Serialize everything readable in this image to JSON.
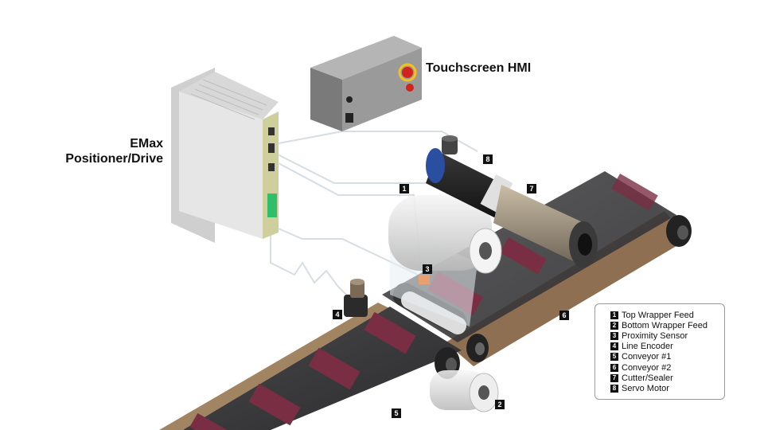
{
  "labels": {
    "hmi": "Touchscreen HMI",
    "drive_line1": "EMax",
    "drive_line2": "Positioner/Drive"
  },
  "callouts": [
    "1",
    "2",
    "3",
    "4",
    "5",
    "6",
    "7",
    "8"
  ],
  "legend": [
    {
      "num": "1",
      "text": "Top Wrapper Feed"
    },
    {
      "num": "2",
      "text": "Bottom Wrapper Feed"
    },
    {
      "num": "3",
      "text": "Proximity Sensor"
    },
    {
      "num": "4",
      "text": "Line Encoder"
    },
    {
      "num": "5",
      "text": "Conveyor #1"
    },
    {
      "num": "6",
      "text": "Conveyor #2"
    },
    {
      "num": "7",
      "text": "Cutter/Sealer"
    },
    {
      "num": "8",
      "text": "Servo Motor"
    }
  ],
  "colors": {
    "belt": "#3a3a3c",
    "belt_edge": "#9a7a5a",
    "product": "#7a2e44",
    "drive_body": "#e4e4e4",
    "hmi_body": "#8a8a8a",
    "motor_blue": "#2b4fa0",
    "cable": "#d6dde3",
    "estop_red": "#d0241c",
    "estop_yellow": "#f2c21a"
  }
}
